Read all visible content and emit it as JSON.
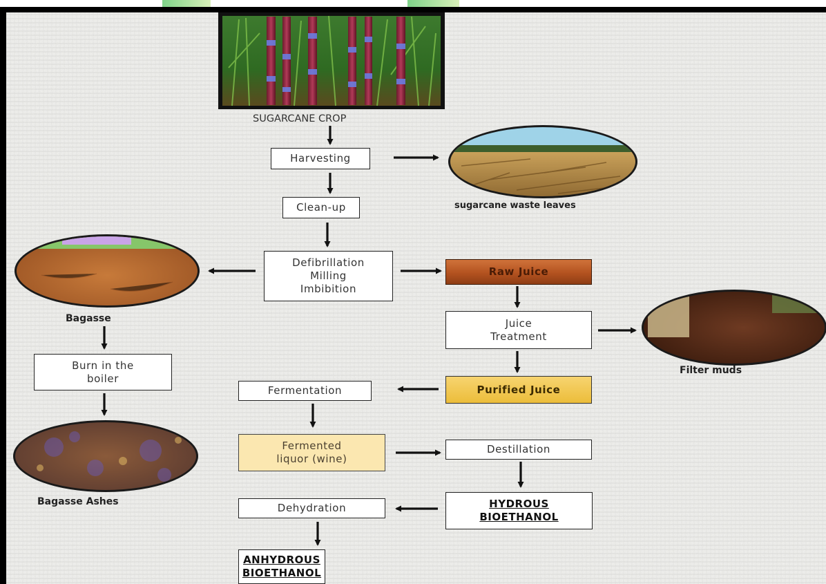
{
  "top_label": "SUGARCANE CROP",
  "steps": {
    "harvesting": "Harvesting",
    "cleanup": "Clean-up",
    "milling": "Defibrillation\nMilling\nImbibition",
    "raw_juice": "Raw Juice",
    "juice_treatment": "Juice\nTreatment",
    "purified_juice": "Purified Juice",
    "fermentation": "Fermentation",
    "fermented_liquor": "Fermented\nliquor (wine)",
    "destillation": "Destillation",
    "hydrous": "HYDROUS\nBIOETHANOL",
    "dehydration": "Dehydration",
    "anhydrous": "ANHYDROUS\nBIOETHANOL",
    "burn_boiler": "Burn in the\nboiler"
  },
  "byproducts": {
    "waste_leaves": "sugarcane waste leaves",
    "bagasse": "Bagasse",
    "filter_muds": "Filter muds",
    "bagasse_ashes": "Bagasse Ashes"
  },
  "colors": {
    "raw_juice": "#b3521f",
    "purified_juice": "#ecbd3a",
    "fermented_liquor": "#fbe7b0",
    "arrow": "#111111"
  }
}
